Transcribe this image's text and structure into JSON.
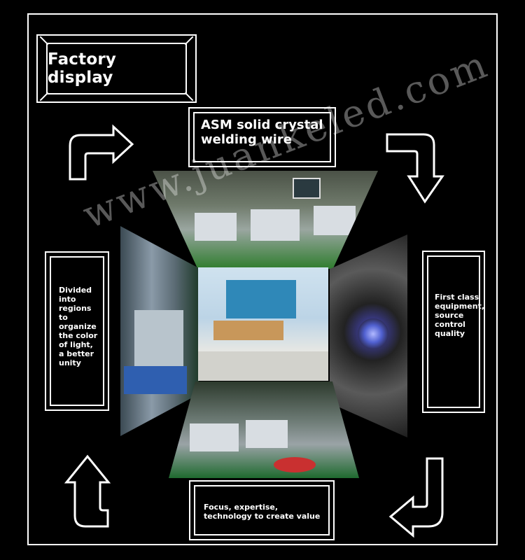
{
  "title": "Factory display",
  "boxes": {
    "top": "ASM solid crystal welding wire",
    "left": "Divided into regions to organize the color of light, a better unity",
    "right": "First class equipment, source control quality",
    "bottom": "Focus, expertise, technology to create value"
  },
  "watermark": "www.juankeled.com",
  "photos": {
    "top": "workshop-machines-photo",
    "left": "equipment-row-photo",
    "center": "reception-lobby-photo",
    "right": "equipment-lens-closeup-photo",
    "bottom": "production-floor-photo"
  }
}
